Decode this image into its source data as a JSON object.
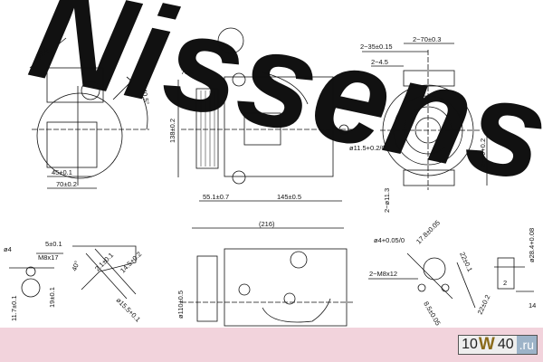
{
  "watermark": {
    "text": "Nissens",
    "color": "#c9dcef"
  },
  "logo": {
    "prefix": "10",
    "w": "W",
    "suffix": "40",
    "domain": ".ru"
  },
  "colors": {
    "band": "#f2d3dc",
    "line": "#111111"
  },
  "connector_view": {
    "dims": [
      "69.8",
      "40.5°",
      "45±0.1",
      "70±0.2"
    ]
  },
  "side_view": {
    "dims": [
      "7PK",
      "138±0.2",
      "55.1±0.7",
      "145±0.5",
      "ø11.5+0.2/0"
    ]
  },
  "front_view": {
    "dims": [
      "2−70±0.3",
      "2−35±0.15",
      "2−4.5",
      "2−ø9+0.2",
      "2−ø11.3"
    ]
  },
  "bottom_views": {
    "port_a": [
      "ø4",
      "5±0.1",
      "M8x17",
      "11.7±0.1",
      "19±0.1"
    ],
    "port_b": [
      "40°",
      "2.1±0.1",
      "14.5+0.2",
      "ø15.5+0.1"
    ],
    "top_view": [
      "(216)",
      "ø110±0.5"
    ],
    "port_c": [
      "ø4+0.05/0",
      "17.8±0.05",
      "2−M8x12",
      "22±0.1",
      "22±0.2",
      "8.5±0.05"
    ],
    "port_d": [
      "ø28.4+0.08",
      "2",
      "14"
    ]
  }
}
